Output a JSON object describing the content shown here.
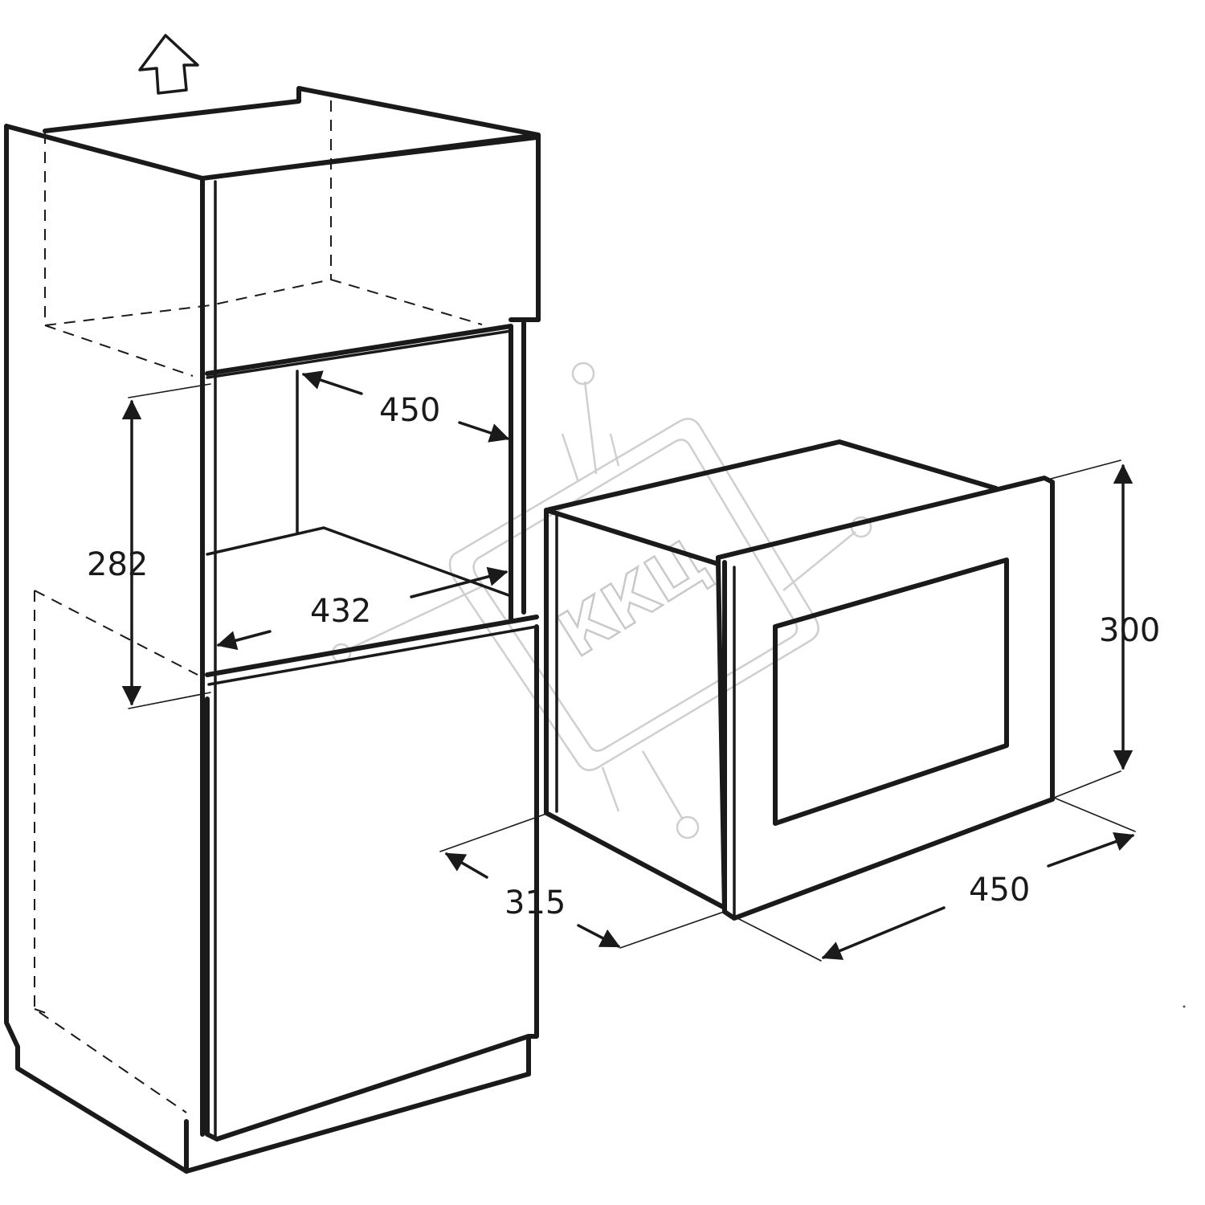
{
  "watermark": {
    "text": "ККЦ"
  },
  "dimensions": {
    "niche_width": "450",
    "niche_height": "282",
    "niche_inner_width": "432",
    "appliance_depth": "315",
    "appliance_height": "300",
    "appliance_width": "450"
  },
  "icons": {
    "vent_arrow": "up-arrow-outline-icon"
  },
  "colors": {
    "line": "#1a1a1a",
    "watermark": "#cfcfcf",
    "background": "#ffffff"
  }
}
